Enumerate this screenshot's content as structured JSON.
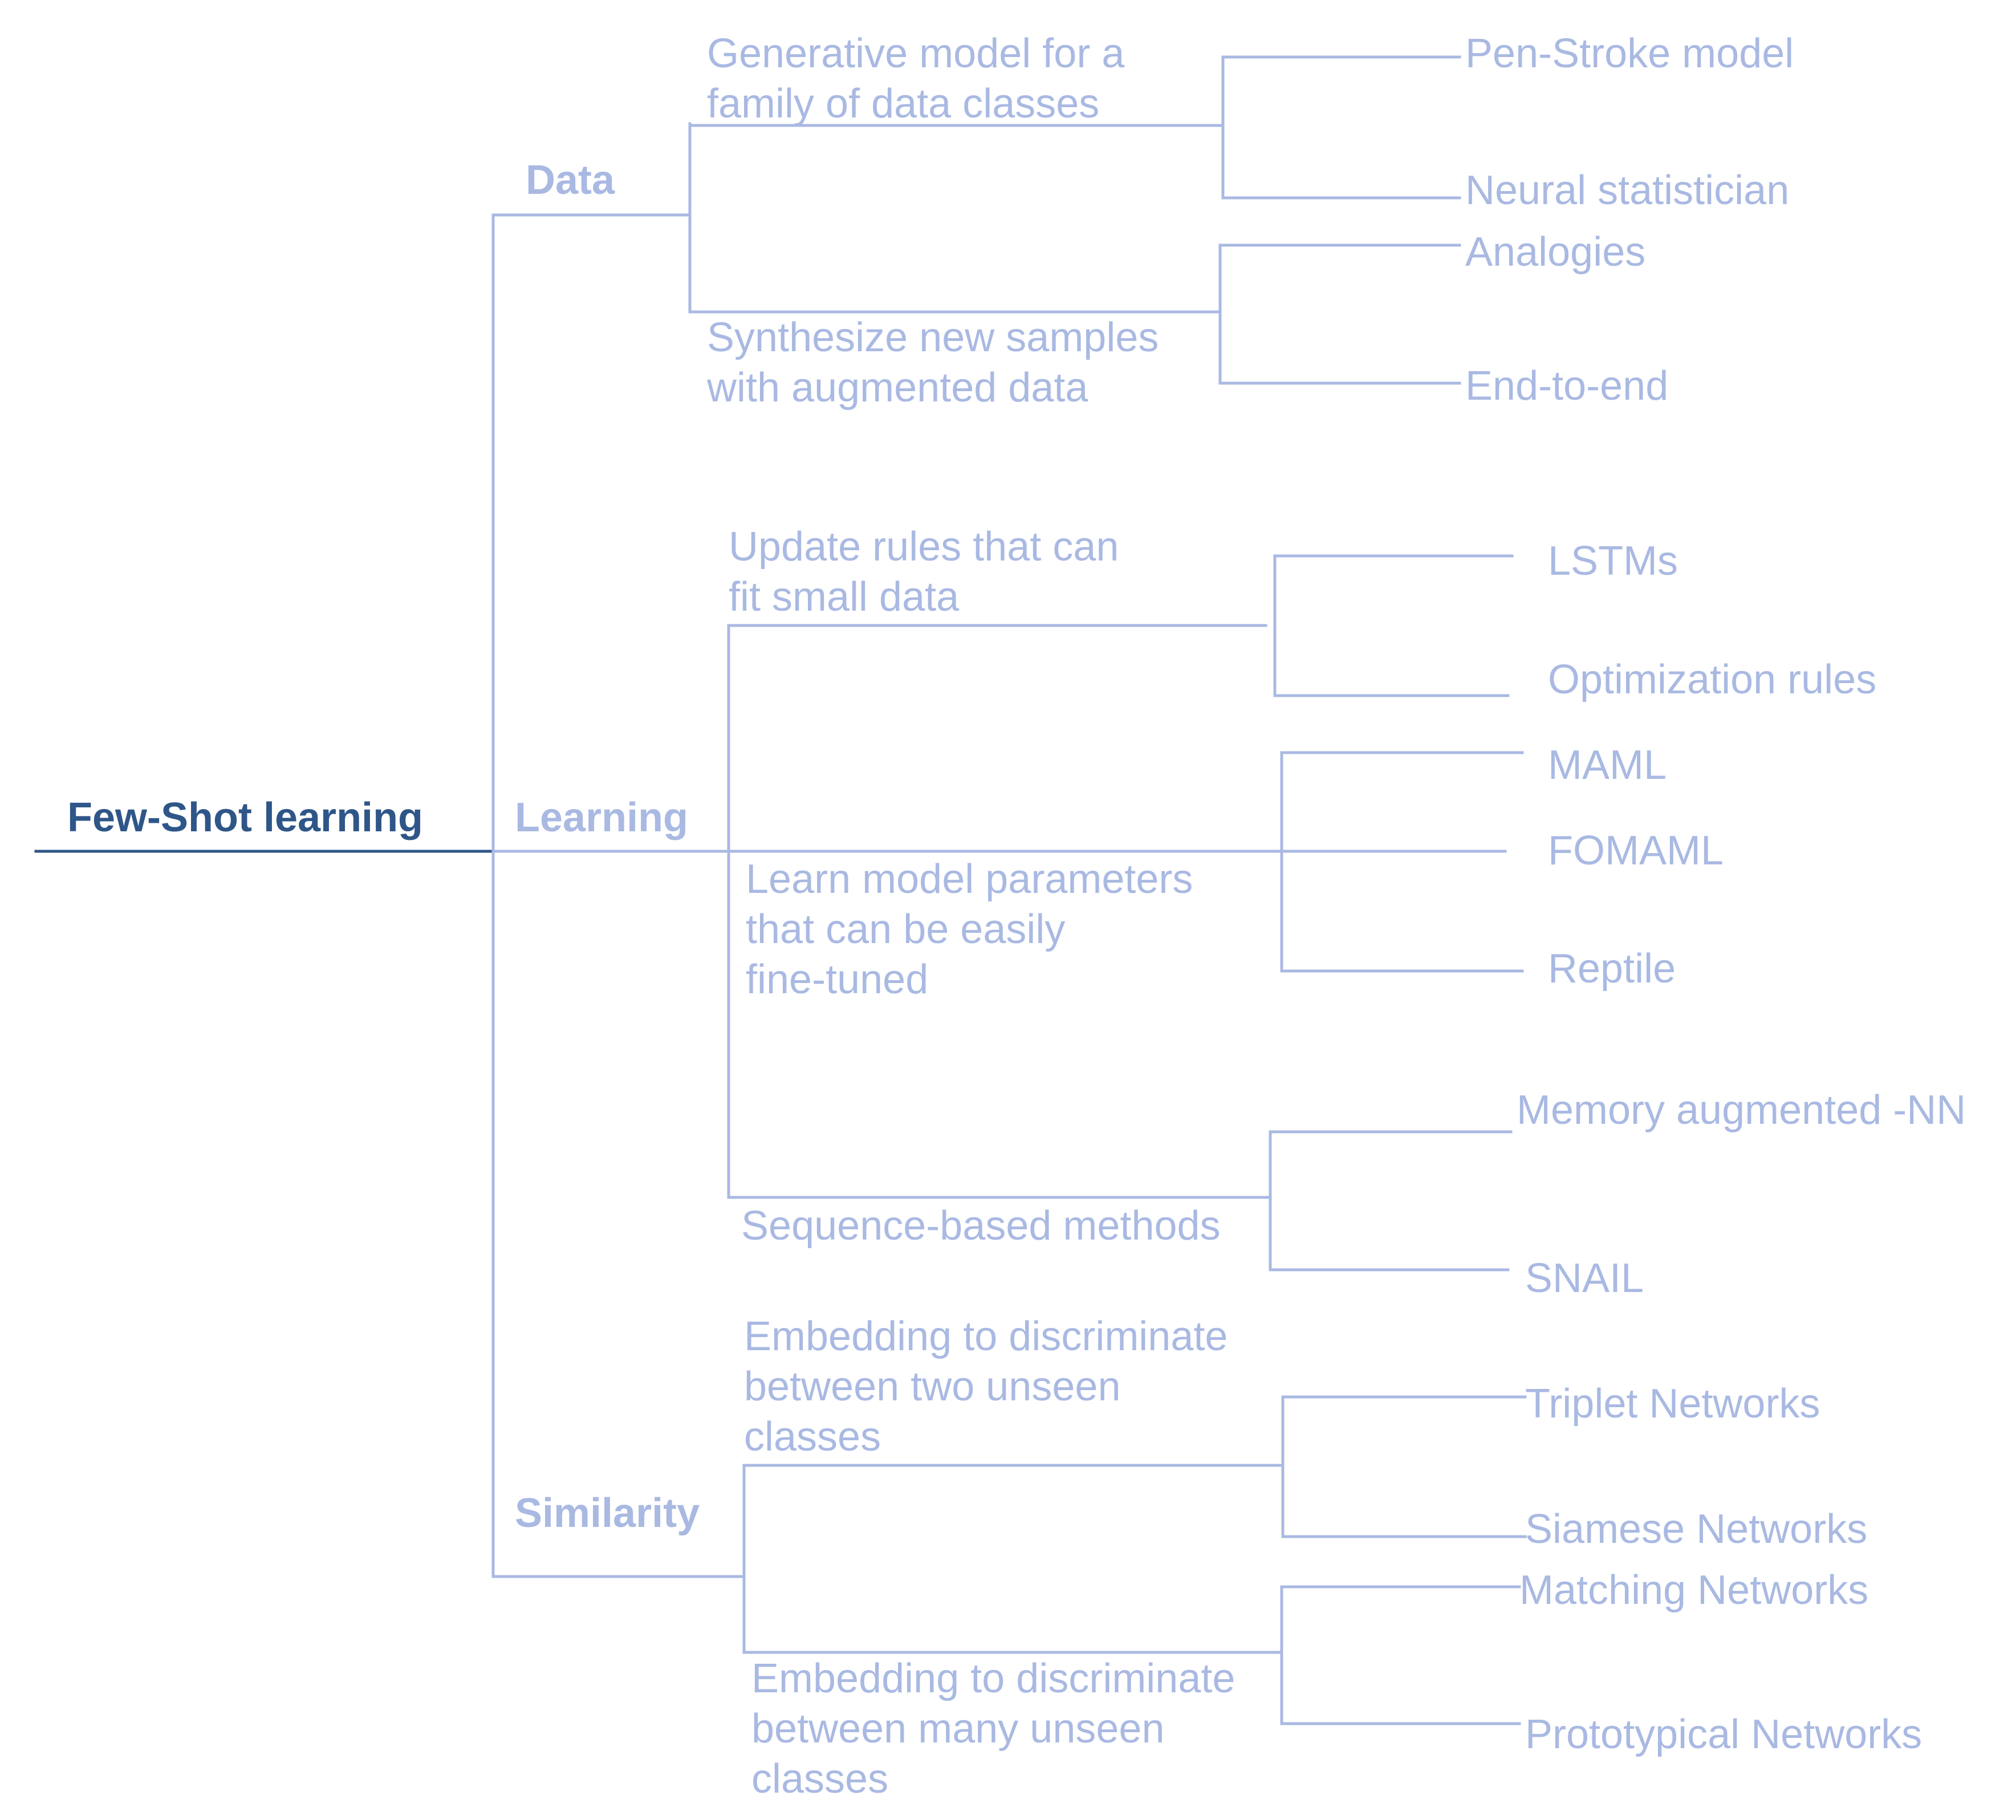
{
  "root": "Few-Shot learning",
  "categories": {
    "data": "Data",
    "learning": "Learning",
    "similarity": "Similarity"
  },
  "approaches": {
    "generative": "Generative model for a\nfamily of data classes",
    "synthesize": "Synthesize new samples\nwith augmented data",
    "update_rules": "Update rules that can\nfit small data",
    "learn_params": "Learn model parameters\nthat can be easily\nfine-tuned",
    "sequence": "Sequence-based methods",
    "embed_two": "Embedding to discriminate\nbetween two unseen\nclasses",
    "embed_many": "Embedding to discriminate\nbetween many unseen\nclasses"
  },
  "methods": {
    "pen_stroke": "Pen-Stroke model",
    "neural_statistician": "Neural statistician",
    "analogies": "Analogies",
    "end_to_end": "End-to-end",
    "lstms": "LSTMs",
    "optimization_rules": "Optimization rules",
    "maml": "MAML",
    "fomaml": "FOMAML",
    "reptile": "Reptile",
    "memory_nn": "Memory augmented -NN",
    "snail": "SNAIL",
    "triplet": "Triplet Networks",
    "siamese": "Siamese Networks",
    "matching": "Matching Networks",
    "prototypical": "Prototypical Networks"
  },
  "colors": {
    "root": "#2f5688",
    "branch": "#a9b9e2",
    "background": "#ffffff"
  }
}
